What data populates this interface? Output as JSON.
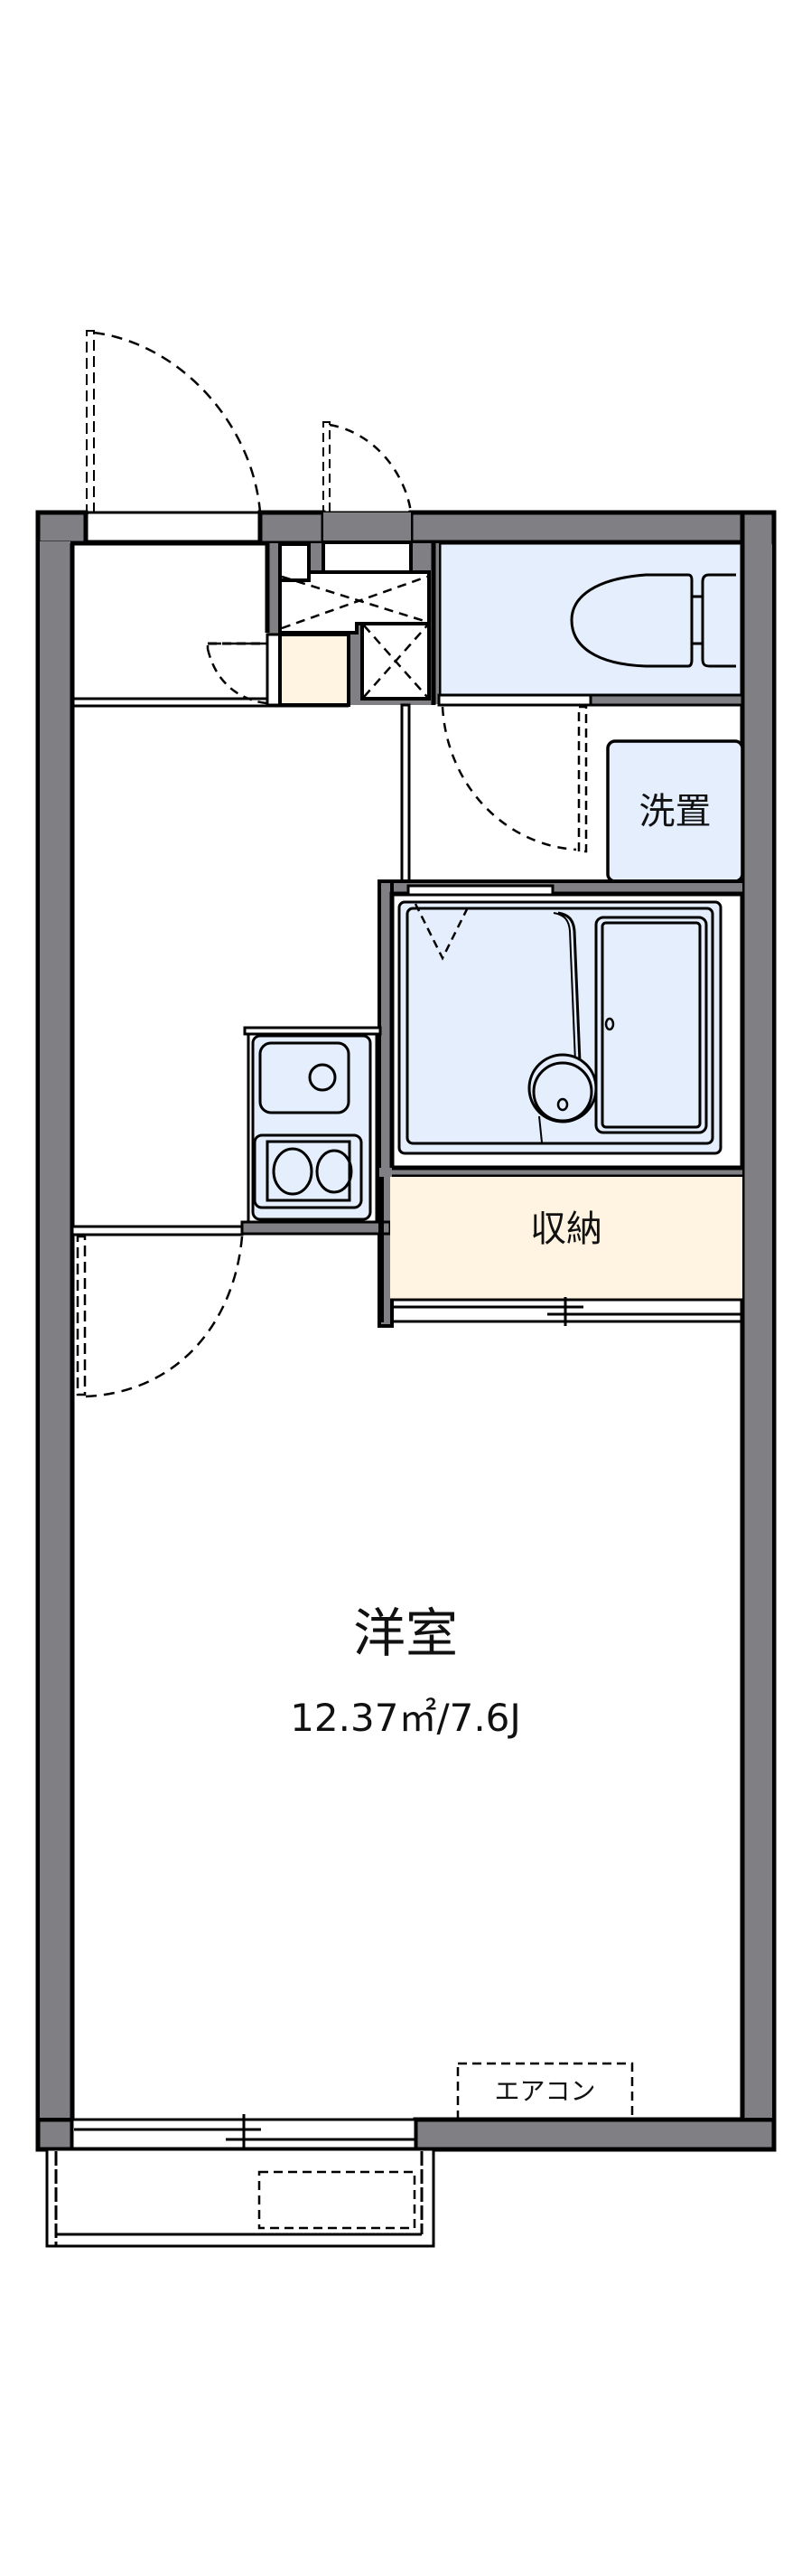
{
  "floor_plan": {
    "rooms": [
      {
        "id": "western_room",
        "label": "洋室",
        "area": "12.37㎡/7.6J"
      },
      {
        "id": "storage",
        "label": "収納"
      },
      {
        "id": "washer",
        "label": "洗置"
      },
      {
        "id": "air_conditioner",
        "label": "エアコン"
      }
    ],
    "fixtures": [
      "toilet",
      "unit-bath",
      "bathtub",
      "wash-basin",
      "kitchen-sink",
      "two-burner-stove",
      "shoe-cabinet",
      "pipe-shaft",
      "balcony",
      "outdoor-ac-unit"
    ],
    "colors": {
      "wall": "#808084",
      "line": "#000000",
      "wet_area": "#E4EEFD",
      "storage": "#FFF4E2",
      "floor": "#FFFFFF"
    }
  }
}
